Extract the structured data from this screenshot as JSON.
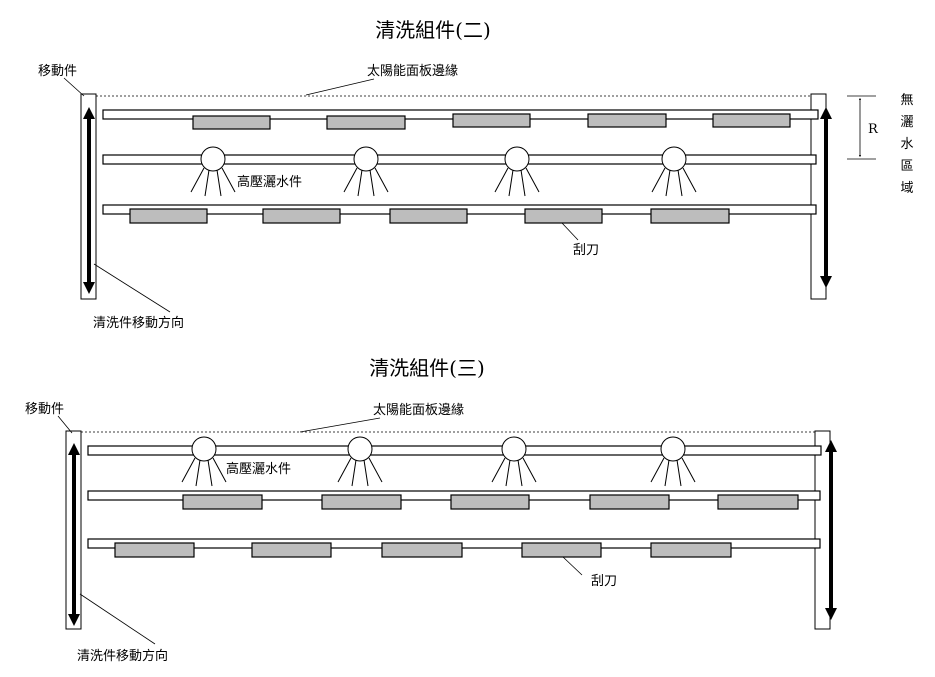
{
  "panel_2": {
    "title": "清洗組件(二)",
    "mover_label": "移動件",
    "panel_edge_label": "太陽能面板邊緣",
    "spray_label": "高壓灑水件",
    "scraper_label": "刮刀",
    "direction_label": "清洗件移動方向",
    "dim_label": "R",
    "no_spray_zone_label": [
      "無",
      "灑",
      "水",
      "區",
      "域"
    ]
  },
  "panel_3": {
    "title": "清洗組件(三)",
    "mover_label": "移動件",
    "panel_edge_label": "太陽能面板邊緣",
    "spray_label": "高壓灑水件",
    "scraper_label": "刮刀",
    "direction_label": "清洗件移動方向"
  },
  "colors": {
    "blade_fill": "#bdbdbd",
    "line": "#000000",
    "background": "#ffffff"
  }
}
